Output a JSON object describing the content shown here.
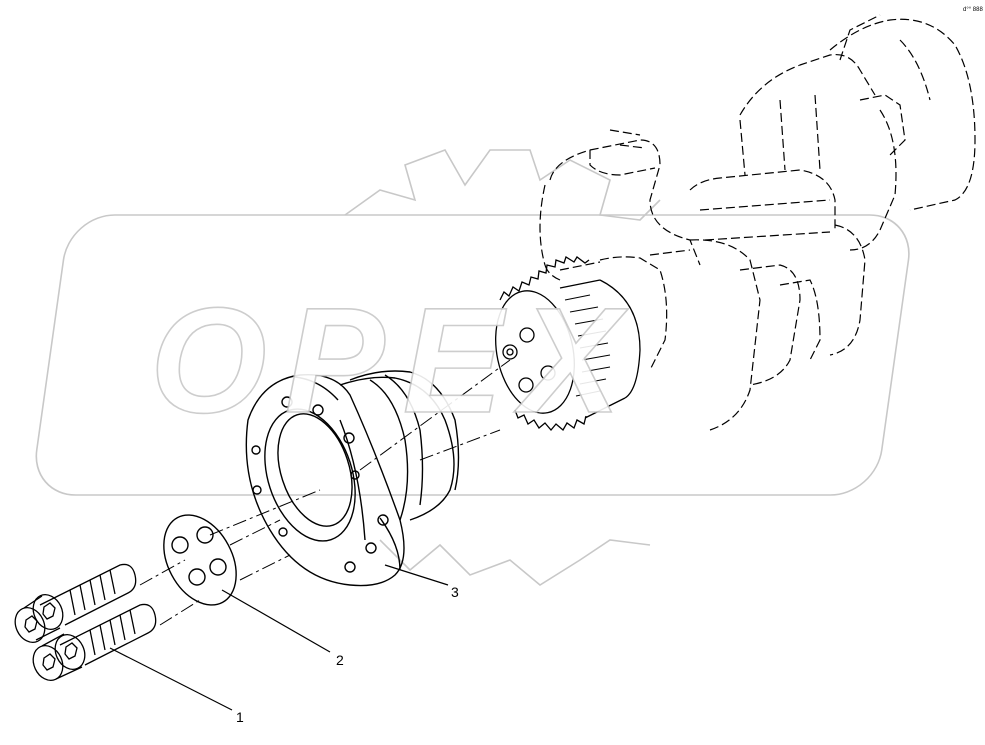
{
  "watermark": {
    "text": "OPEX"
  },
  "reference_code": "d°° 888",
  "callouts": [
    {
      "label": "1"
    },
    {
      "label": "2"
    },
    {
      "label": "3"
    }
  ],
  "colors": {
    "line": "#000000",
    "watermark": "#c8c8c8",
    "background": "#ffffff"
  }
}
